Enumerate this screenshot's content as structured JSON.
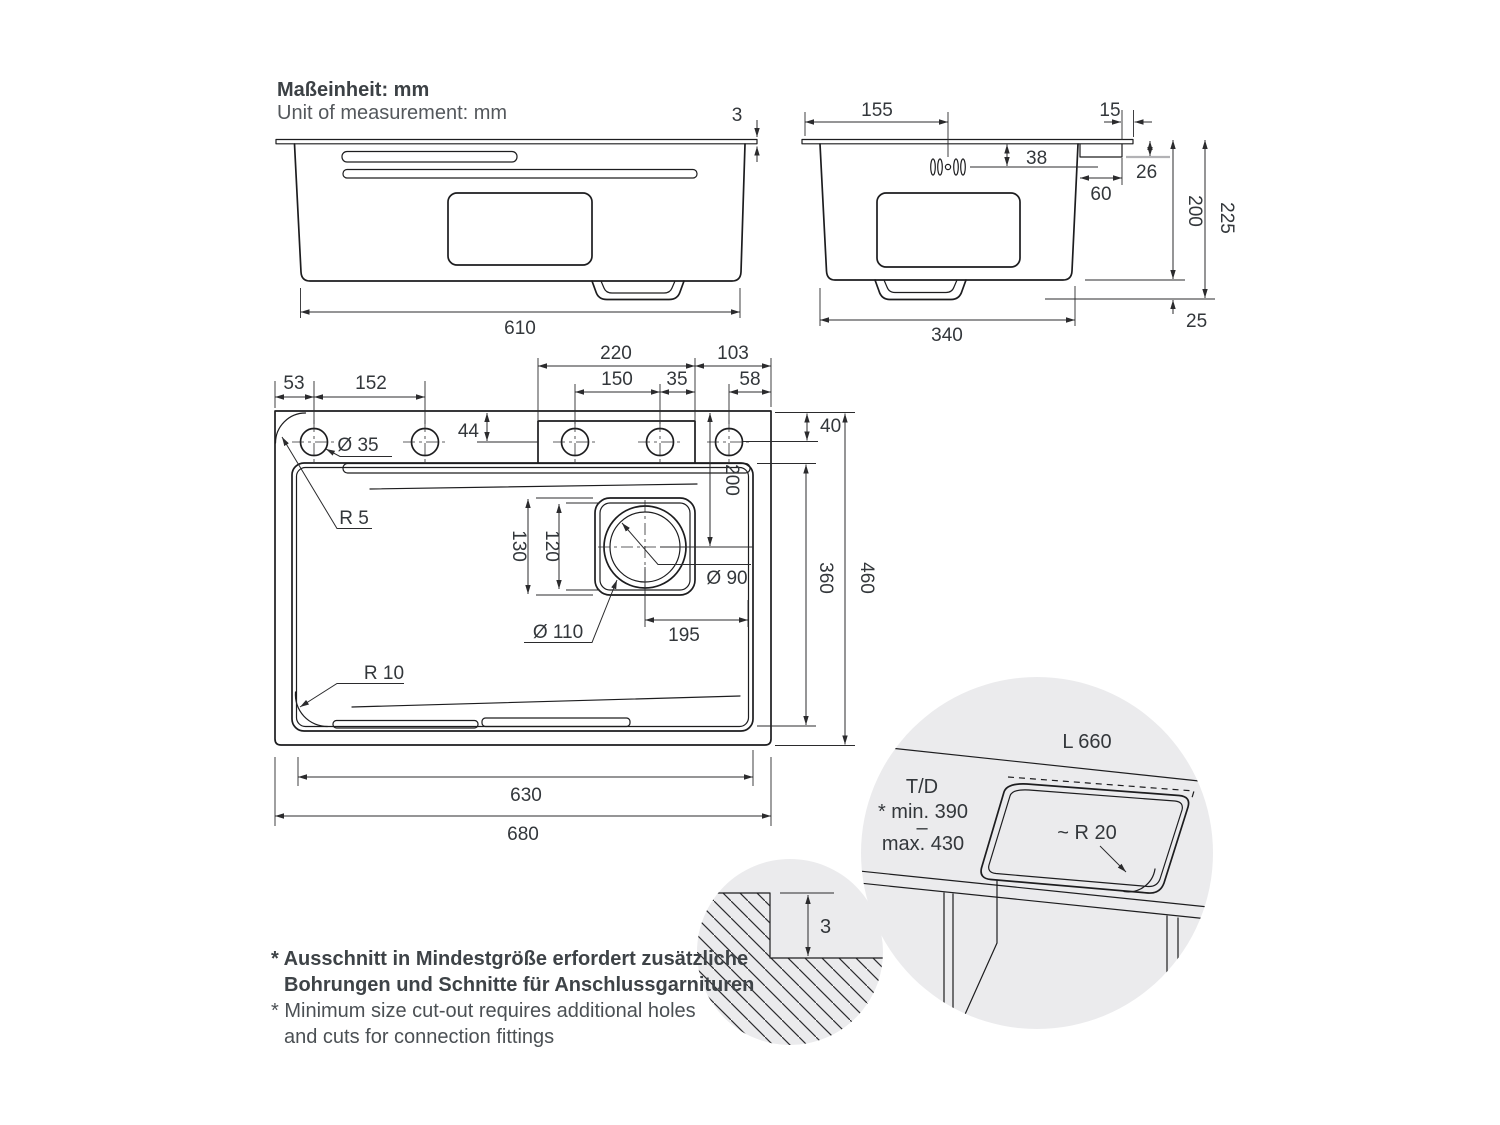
{
  "colors": {
    "line": "#1d1d1f",
    "dim_text": "#33373b",
    "detail_bg": "#ebebed",
    "gray_ref_line": "#b2b2b5"
  },
  "title": {
    "de": "Maßeinheit: mm",
    "en": "Unit of measurement: mm"
  },
  "front": {
    "t3": "3",
    "w610": "610"
  },
  "side": {
    "d155": "155",
    "d15": "15",
    "d38": "38",
    "d26": "26",
    "d60": "60",
    "d200": "200",
    "d225": "225",
    "d340": "340",
    "d25": "25"
  },
  "plan": {
    "d220": "220",
    "d103": "103",
    "d53": "53",
    "d152": "152",
    "d150": "150",
    "d35": "35",
    "d58": "58",
    "d44": "44",
    "d40": "40",
    "dia35": "Ø 35",
    "r5": "R 5",
    "d200": "200",
    "d130": "130",
    "d120": "120",
    "dia90": "Ø 90",
    "dia110": "Ø 110",
    "d195": "195",
    "r10": "R 10",
    "d360": "360",
    "d460": "460",
    "d630": "630",
    "d680": "680"
  },
  "cutout": {
    "l660": "L 660",
    "td": "T/D",
    "min": "* min. 390",
    "sep": "–",
    "max": "max. 430",
    "r20": "~ R 20"
  },
  "edge": {
    "d3": "3"
  },
  "notes": {
    "de1": "* Ausschnitt in Mindestgröße erfordert zusätzliche",
    "de2": "Bohrungen und Schnitte für Anschlussgarnituren",
    "en1": "* Minimum size cut-out requires additional holes",
    "en2": "and cuts for connection fittings"
  }
}
